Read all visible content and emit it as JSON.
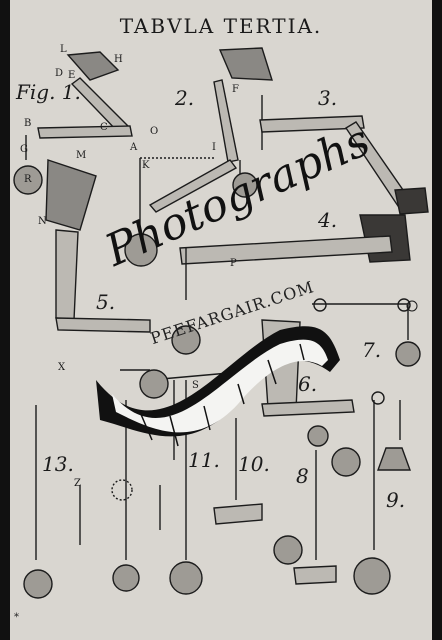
{
  "plate": {
    "title": "TABVLA TERTIA.",
    "star": "*"
  },
  "figures": [
    {
      "id": "fig1",
      "text": "Fig. 1."
    },
    {
      "id": "fig2",
      "text": "2."
    },
    {
      "id": "fig3",
      "text": "3."
    },
    {
      "id": "fig4",
      "text": "4."
    },
    {
      "id": "fig5",
      "text": "5."
    },
    {
      "id": "fig6",
      "text": "6."
    },
    {
      "id": "fig7",
      "text": "7."
    },
    {
      "id": "fig8",
      "text": "8"
    },
    {
      "id": "fig9",
      "text": "9."
    },
    {
      "id": "fig10",
      "text": "10."
    },
    {
      "id": "fig11",
      "text": "11."
    },
    {
      "id": "fig13",
      "text": "13."
    }
  ],
  "letters": [
    "L",
    "H",
    "D",
    "E",
    "B",
    "C",
    "A",
    "O",
    "G",
    "R",
    "F",
    "I",
    "K",
    "M",
    "N",
    "S",
    "X",
    "Z",
    "P"
  ],
  "watermark": {
    "main": "Photographs",
    "sub": "PEEFARGAIR.COM"
  }
}
